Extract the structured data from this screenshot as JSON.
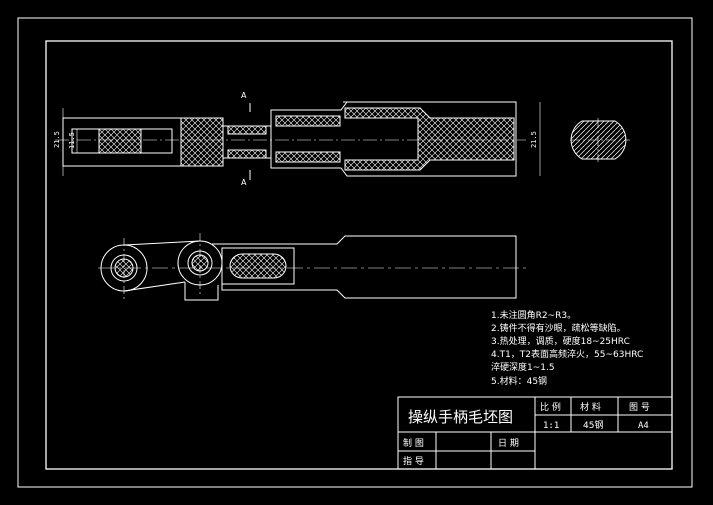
{
  "drawing": {
    "section_label_top": "A",
    "section_label_bottom": "A",
    "dims": {
      "left_outer": "21.5",
      "left_inner": "11.5",
      "right_outer": "21.5"
    }
  },
  "notes": [
    "1.未注圆角R2~R3。",
    "2.铸件不得有沙眼，疏松等缺陷。",
    "3.热处理，调质，硬度18~25HRC",
    "4.T1，T2表面高频淬火，55~63HRC",
    "淬硬深度1~1.5",
    "5.材料：45钢"
  ],
  "title_block": {
    "title": "操纵手柄毛坯图",
    "scale_label": "比 例",
    "material_label": "材 料",
    "drawing_no_label": "图 号",
    "scale_value": "1:1",
    "material_value": "45钢",
    "drawing_no_value": "A4",
    "drawn_label": "制 图",
    "checked_label": "指 导",
    "date_label": "日 期"
  },
  "colors": {
    "background": "#000000",
    "lines": "#ffffff"
  }
}
